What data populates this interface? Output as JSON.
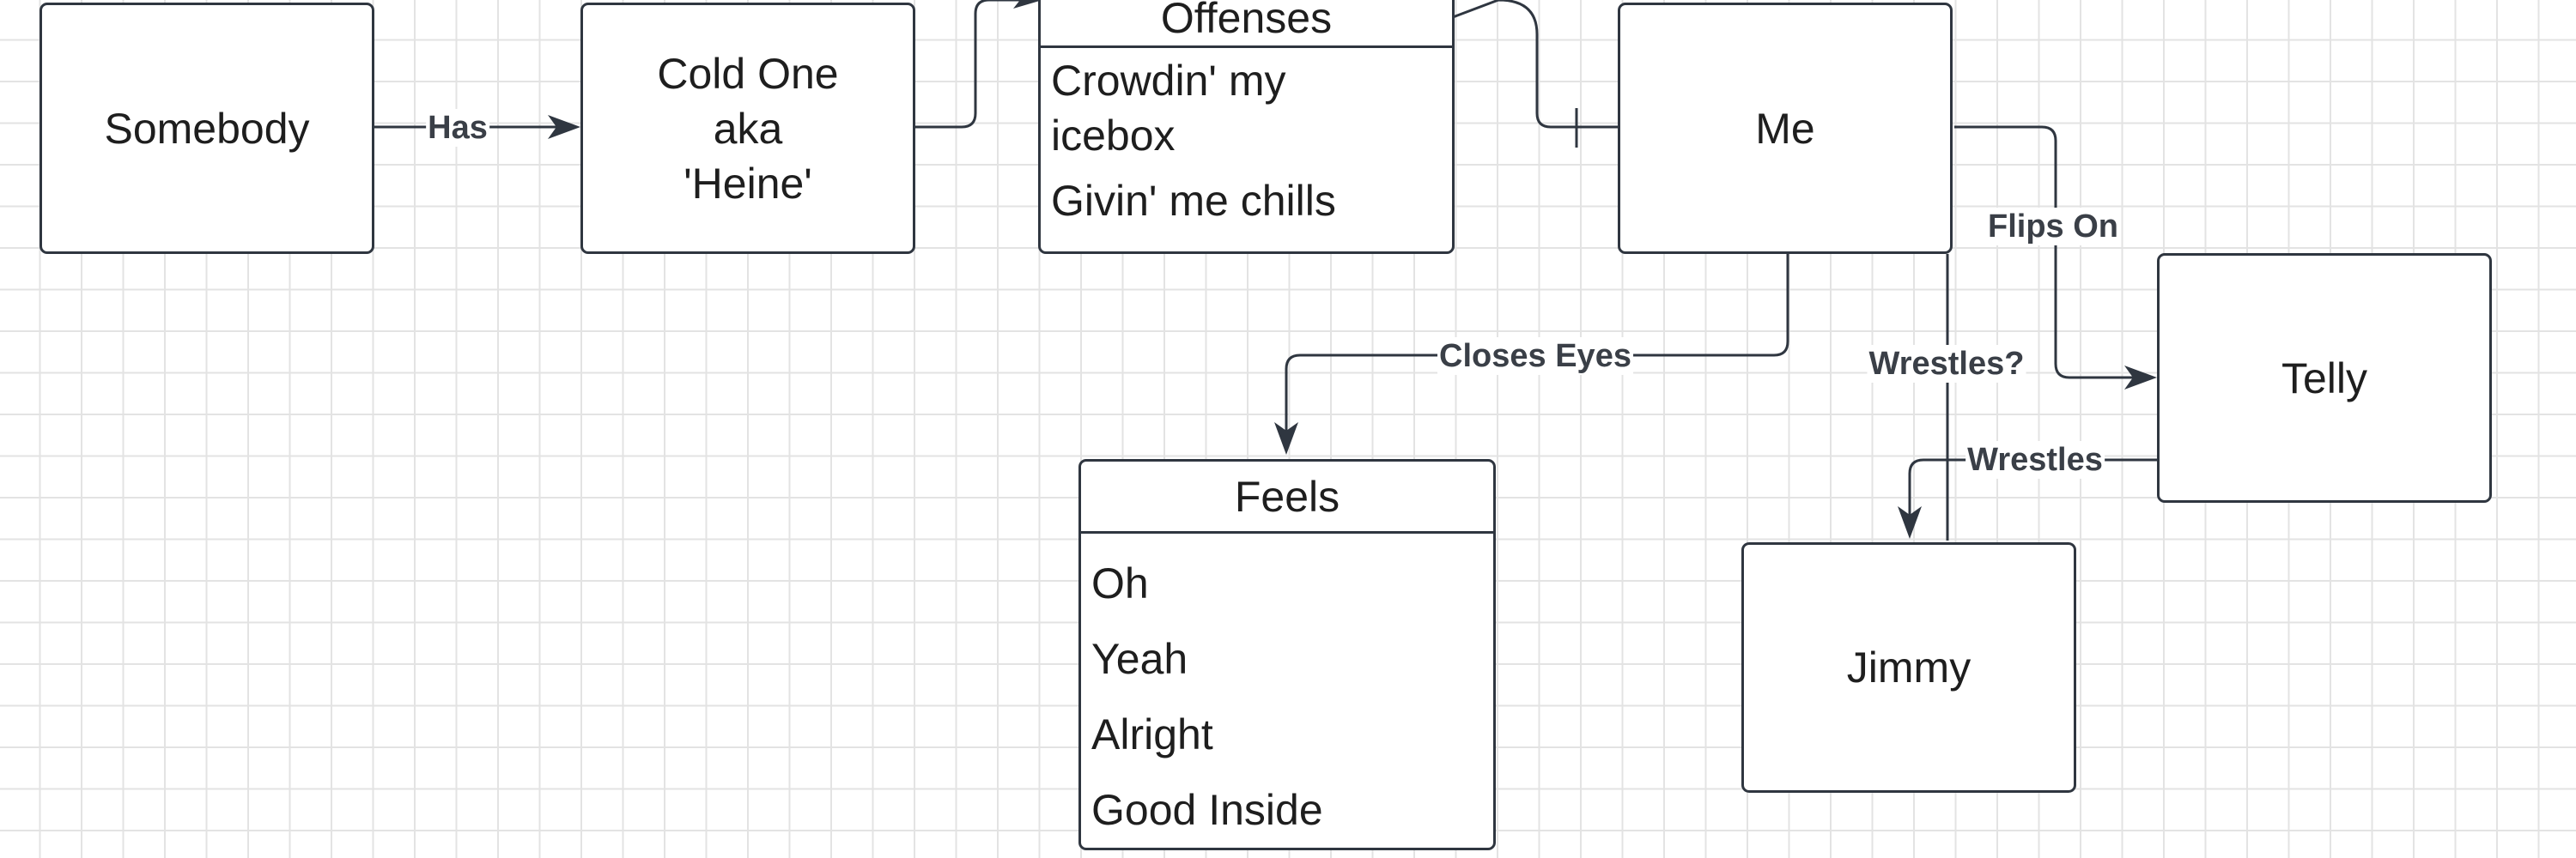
{
  "nodes": {
    "somebody": {
      "label": "Somebody"
    },
    "cold_one": {
      "lines": [
        "Cold One",
        "aka",
        "'Heine'"
      ]
    },
    "offenses": {
      "title": "Offenses",
      "rows": [
        "Crowdin' my icebox",
        "Givin' me chills"
      ]
    },
    "me": {
      "label": "Me"
    },
    "feels": {
      "title": "Feels",
      "rows": [
        "Oh",
        "Yeah",
        "Alright",
        "Good Inside"
      ]
    },
    "telly": {
      "label": "Telly"
    },
    "jimmy": {
      "label": "Jimmy"
    }
  },
  "edges": {
    "has": "Has",
    "closes_eyes": "Closes Eyes",
    "flips_on": "Flips On",
    "wrestles_q": "Wrestles?",
    "wrestles": "Wrestles"
  },
  "colors": {
    "line": "#2f3640",
    "grid": "#e3e3e3",
    "text": "#1e1e1e"
  }
}
